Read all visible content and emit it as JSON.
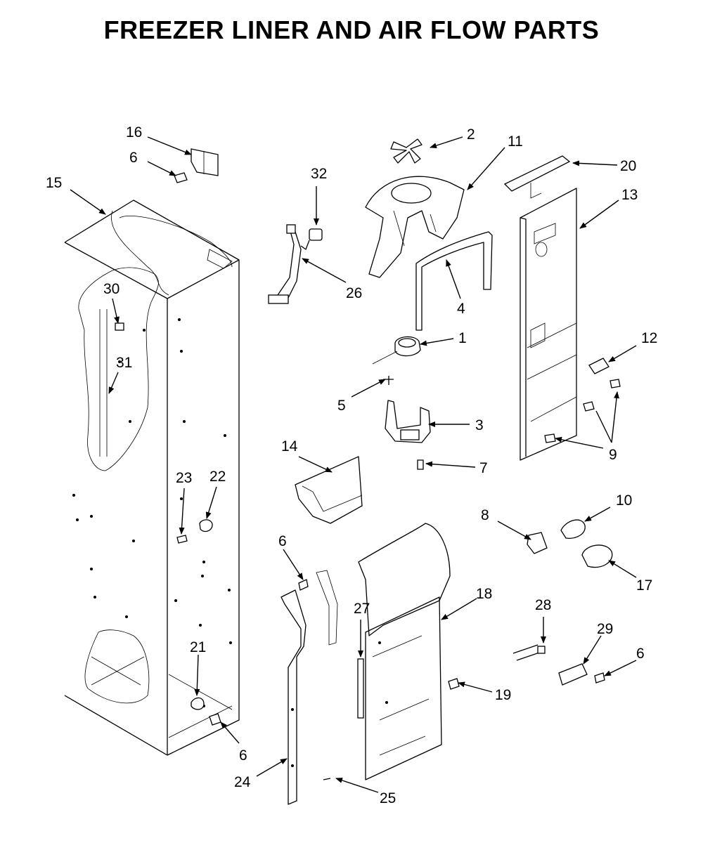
{
  "title": "FREEZER LINER AND AIR FLOW PARTS",
  "callouts": [
    {
      "id": "c16",
      "label": "16"
    },
    {
      "id": "c6a",
      "label": "6"
    },
    {
      "id": "c15",
      "label": "15"
    },
    {
      "id": "c32",
      "label": "32"
    },
    {
      "id": "c2",
      "label": "2"
    },
    {
      "id": "c11",
      "label": "11"
    },
    {
      "id": "c20",
      "label": "20"
    },
    {
      "id": "c13",
      "label": "13"
    },
    {
      "id": "c26",
      "label": "26"
    },
    {
      "id": "c4",
      "label": "4"
    },
    {
      "id": "c30",
      "label": "30"
    },
    {
      "id": "c31",
      "label": "31"
    },
    {
      "id": "c1",
      "label": "1"
    },
    {
      "id": "c12",
      "label": "12"
    },
    {
      "id": "c5",
      "label": "5"
    },
    {
      "id": "c3",
      "label": "3"
    },
    {
      "id": "c9",
      "label": "9"
    },
    {
      "id": "c14",
      "label": "14"
    },
    {
      "id": "c7",
      "label": "7"
    },
    {
      "id": "c23",
      "label": "23"
    },
    {
      "id": "c22",
      "label": "22"
    },
    {
      "id": "c10",
      "label": "10"
    },
    {
      "id": "c8",
      "label": "8"
    },
    {
      "id": "c6b",
      "label": "6"
    },
    {
      "id": "c17",
      "label": "17"
    },
    {
      "id": "c18",
      "label": "18"
    },
    {
      "id": "c27",
      "label": "27"
    },
    {
      "id": "c28",
      "label": "28"
    },
    {
      "id": "c29",
      "label": "29"
    },
    {
      "id": "c6c",
      "label": "6"
    },
    {
      "id": "c21",
      "label": "21"
    },
    {
      "id": "c19",
      "label": "19"
    },
    {
      "id": "c6d",
      "label": "6"
    },
    {
      "id": "c24",
      "label": "24"
    },
    {
      "id": "c25",
      "label": "25"
    }
  ]
}
